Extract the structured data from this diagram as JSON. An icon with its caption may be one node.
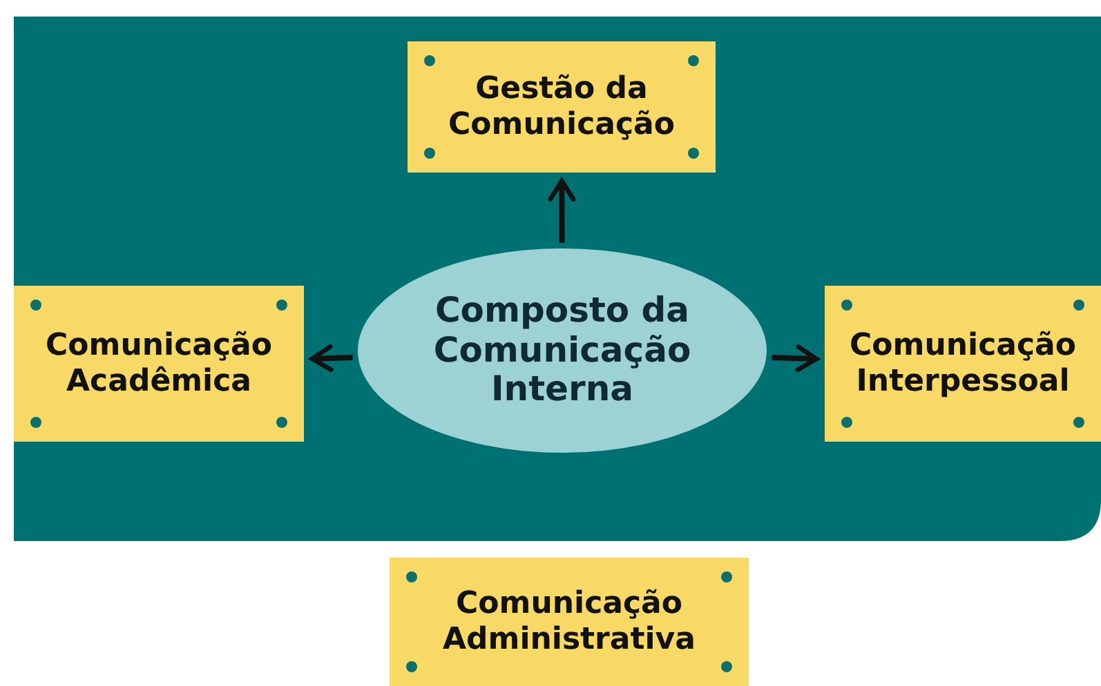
{
  "diagram": {
    "nodes": [
      {
        "text": [
          "Gestão da Comunicação"
        ]
      },
      {
        "text": [
          "Comunicação Acadêmica"
        ]
      },
      {
        "text": [
          "Composto da Comunicação Interna"
        ]
      },
      {
        "text": [
          "Comunicação Interpessoal"
        ]
      },
      {
        "text": [
          "Comunicação Administrativa"
        ]
      }
    ],
    "edges": [
      {
        "from": 2,
        "to": 0,
        "arrow": "to"
      },
      {
        "from": 2,
        "to": 1,
        "arrow": "to"
      },
      {
        "from": 2,
        "to": 3,
        "arrow": "to"
      }
    ]
  }
}
